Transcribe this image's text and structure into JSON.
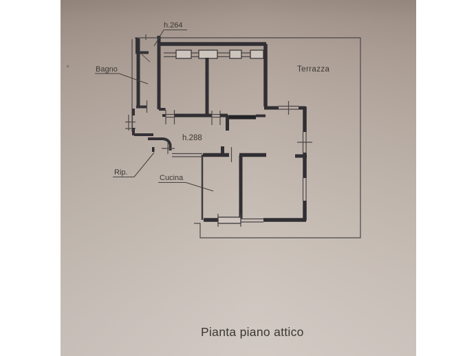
{
  "document": {
    "kind": "scanned floor plan photograph",
    "caption": "Pianta piano attico"
  },
  "plan": {
    "labels": {
      "height_entry": "h.264",
      "bathroom": "Bagno",
      "terrace": "Terrazza",
      "height_main": "h.288",
      "storage": "Rip.",
      "kitchen": "Cucina"
    }
  },
  "colors": {
    "page_background": "#ffffff",
    "paper_top": "#97887f",
    "paper_bottom": "#cfc7c0",
    "ink_wall": "#312f33",
    "ink_thin": "#4a4648",
    "text": "#3b3733"
  }
}
